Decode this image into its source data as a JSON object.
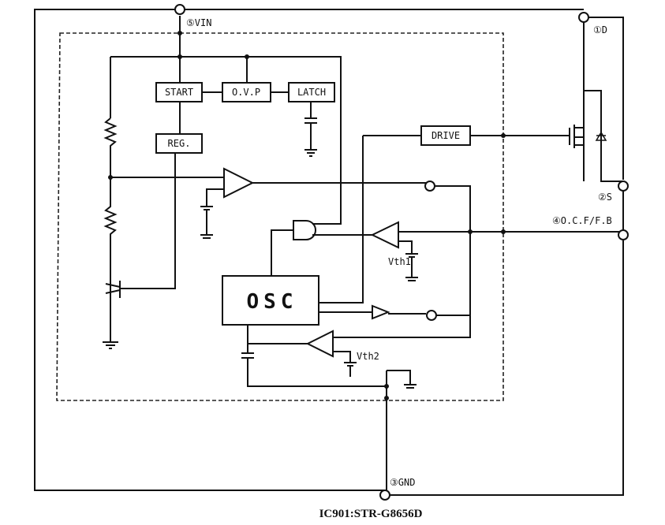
{
  "pins": {
    "vin": "⑤VIN",
    "d": "①D",
    "s": "②S",
    "ocfb": "④O.C.F/F.B",
    "gnd": "③GND"
  },
  "blocks": {
    "start": "START",
    "ovp": "O.V.P",
    "latch": "LATCH",
    "reg": "REG.",
    "drive": "DRIVE",
    "osc": "OSC"
  },
  "refs": {
    "vth1": "Vth1",
    "vth2": "Vth2"
  },
  "caption": "IC901:STR-G8656D"
}
